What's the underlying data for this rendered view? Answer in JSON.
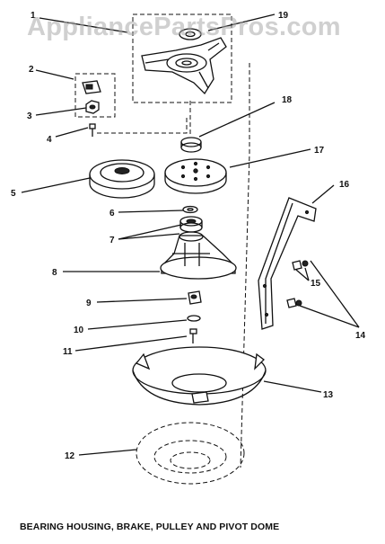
{
  "watermark": "AppliancePartsPros.com",
  "caption": "BEARING HOUSING, BRAKE, PULLEY AND PIVOT DOME",
  "callouts": [
    "1",
    "19",
    "2",
    "3",
    "4",
    "18",
    "17",
    "5",
    "16",
    "6",
    "7",
    "8",
    "15",
    "9",
    "10",
    "14",
    "11",
    "13",
    "12"
  ]
}
